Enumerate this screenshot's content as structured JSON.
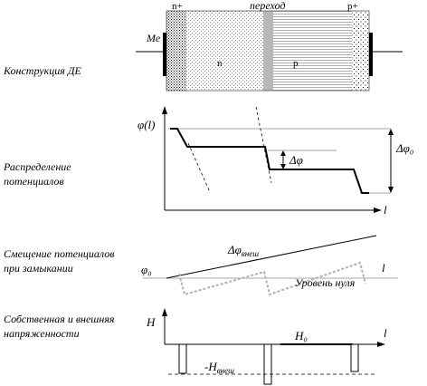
{
  "structure": {
    "row_label": "Конструкция ДЕ",
    "metal": "Ме",
    "n_plus": "n+",
    "junction": "переход",
    "p_plus": "p+",
    "n": "n",
    "p": "p"
  },
  "potential": {
    "row_label_line1": "Распределение",
    "row_label_line2": "потенциалов",
    "y_axis": "φ(l)",
    "x_axis": "l",
    "delta_phi": "Δφ",
    "delta_phi0": "Δφ₀"
  },
  "shift": {
    "row_label_line1": "Смещение потенциалов",
    "row_label_line2": "при замыкании",
    "delta_phi_ext": "Δφ",
    "delta_phi_ext_sub": "внеш",
    "phi0": "φ₀",
    "x_axis": "l",
    "zero_level": "Уровень нуля"
  },
  "field": {
    "row_label_line1": "Собственная и внешняя",
    "row_label_line2": "напряженности",
    "y_axis": "H",
    "x_axis": "l",
    "h0": "H₀",
    "h_ext": "-H",
    "h_ext_sub": "внеш"
  }
}
